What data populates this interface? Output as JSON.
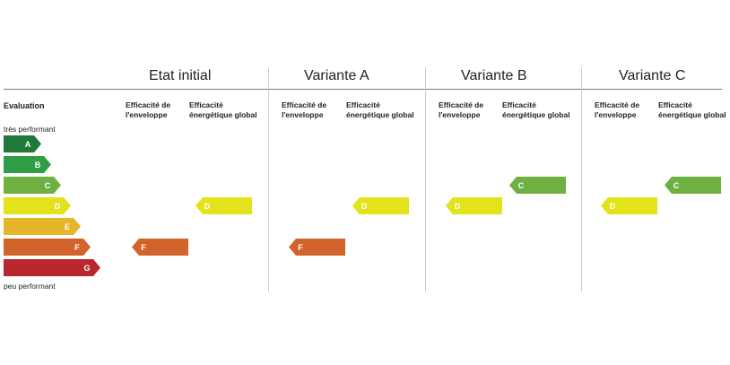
{
  "evaluation_label": "Evaluation",
  "top_label": "très performant",
  "bottom_label": "peu performant",
  "classes": [
    {
      "letter": "A",
      "color": "#1f7a3a"
    },
    {
      "letter": "B",
      "color": "#2f9e46"
    },
    {
      "letter": "C",
      "color": "#6fb043"
    },
    {
      "letter": "D",
      "color": "#e2e31a"
    },
    {
      "letter": "E",
      "color": "#e5b52a"
    },
    {
      "letter": "F",
      "color": "#d2632b"
    },
    {
      "letter": "G",
      "color": "#b8262e"
    }
  ],
  "column_labels": {
    "envelope": "Efficacité de\nl'enveloppe",
    "global": "Efficacité\nénergétique global"
  },
  "variants": [
    {
      "title": "Etat initial",
      "envelope": "F",
      "global": "D"
    },
    {
      "title": "Variante A",
      "envelope": "F",
      "global": "D"
    },
    {
      "title": "Variante B",
      "envelope": "D",
      "global": "C"
    },
    {
      "title": "Variante C",
      "envelope": "D",
      "global": "C"
    }
  ]
}
